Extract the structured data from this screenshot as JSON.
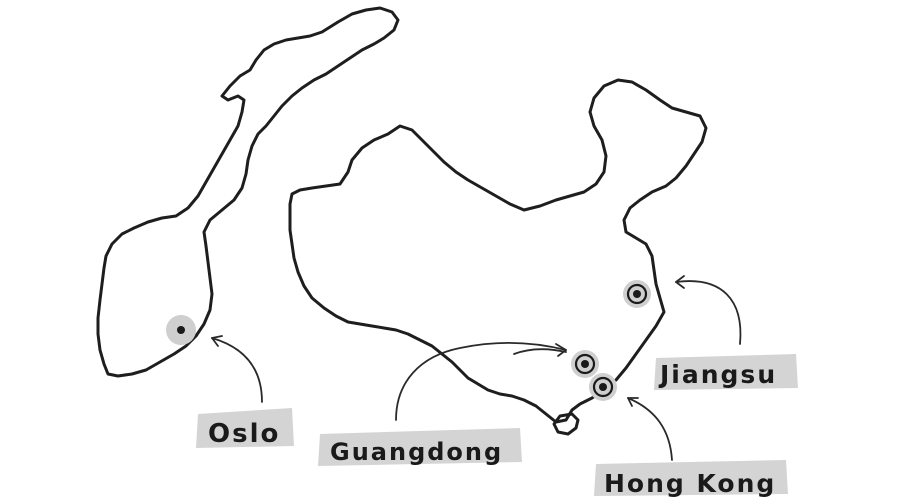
{
  "map": {
    "labels": {
      "oslo": "Oslo",
      "guangdong": "Guangdong",
      "hong_kong": "Hong Kong",
      "jiangsu": "Jiangsu"
    }
  }
}
